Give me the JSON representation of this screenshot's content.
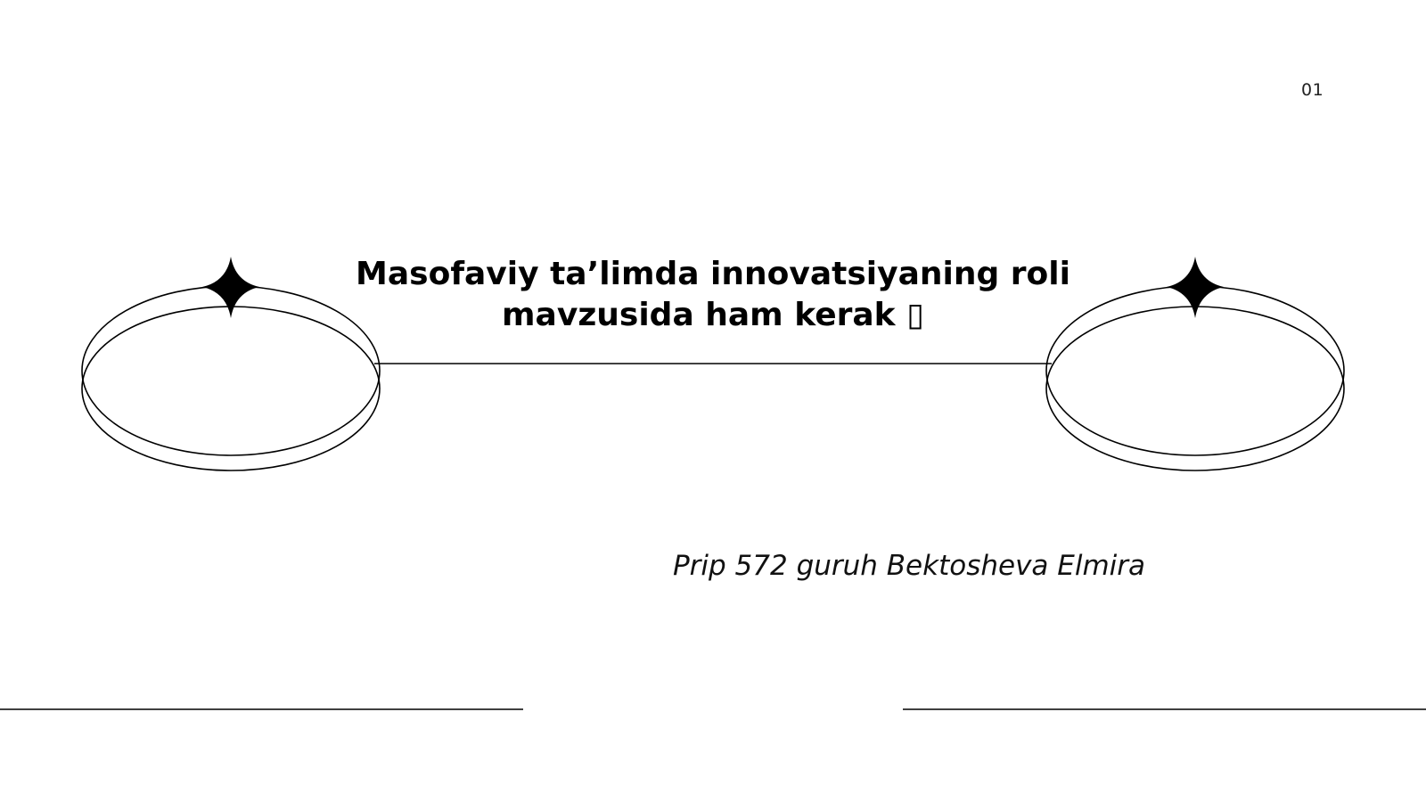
{
  "slide": {
    "page_number": "01",
    "title_line1": "Masofaviy ta’limda innovatsiyaning roli",
    "title_line2": "mavzusida ham kerak ▯",
    "author": "Prip 572 guruh Bektosheva Elmira"
  },
  "colors": {
    "background": "#ffffff",
    "ink": "#000000"
  },
  "icons": [
    "four-point-star-icon",
    "four-point-star-icon"
  ]
}
